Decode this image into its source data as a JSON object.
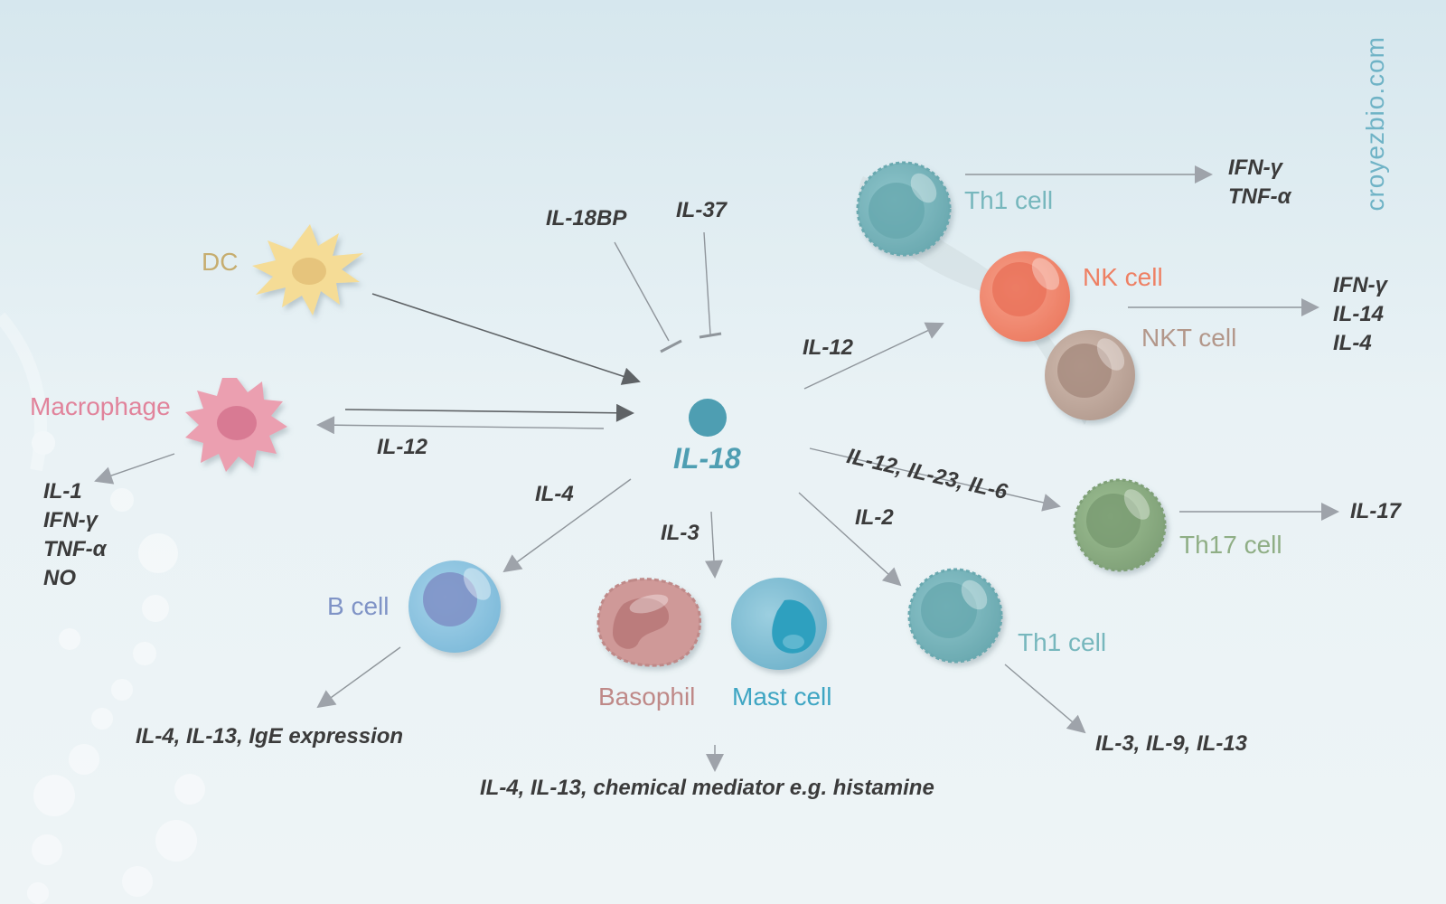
{
  "brand": {
    "site": "croyezbio.com"
  },
  "colors": {
    "dc": "#c6ad6f",
    "macrophage": "#e1839b",
    "th1": "#77b7bd",
    "nk": "#ee8064",
    "nkt": "#b3978a",
    "th17": "#8fae85",
    "bcell": "#7f93c6",
    "basophil": "#bf8988",
    "mast": "#3ea5c3",
    "il18": "#4e9eb2"
  },
  "center": {
    "label": "IL-18"
  },
  "inhibitors": {
    "bp": "IL-18BP",
    "il37": "IL-37"
  },
  "cells": {
    "dc": "DC",
    "macrophage": "Macrophage",
    "th1_top": "Th1 cell",
    "nk": "NK cell",
    "nkt": "NKT cell",
    "th17": "Th17 cell",
    "bcell": "B cell",
    "basophil": "Basophil",
    "mast": "Mast cell",
    "th1_bottom": "Th1 cell"
  },
  "edge_labels": {
    "macrophage_il12": "IL-12",
    "nk_il12": "IL-12",
    "th17_cytokines": "IL-12, IL-23, IL-6",
    "th1_il2": "IL-2",
    "bcell_il4": "IL-4",
    "baso_il3": "IL-3"
  },
  "outputs": {
    "macrophage": [
      "IL-1",
      "IFN-γ",
      "TNF-α",
      "NO"
    ],
    "th1_top": [
      "IFN-γ",
      "TNF-α"
    ],
    "nk_nkt": [
      "IFN-γ",
      "IL-14",
      "IL-4"
    ],
    "th17": "IL-17",
    "bcell": "IL-4, IL-13, IgE expression",
    "baso_mast": "IL-4, IL-13, chemical mediator e.g. histamine",
    "th1_bottom": "IL-3, IL-9, IL-13"
  }
}
